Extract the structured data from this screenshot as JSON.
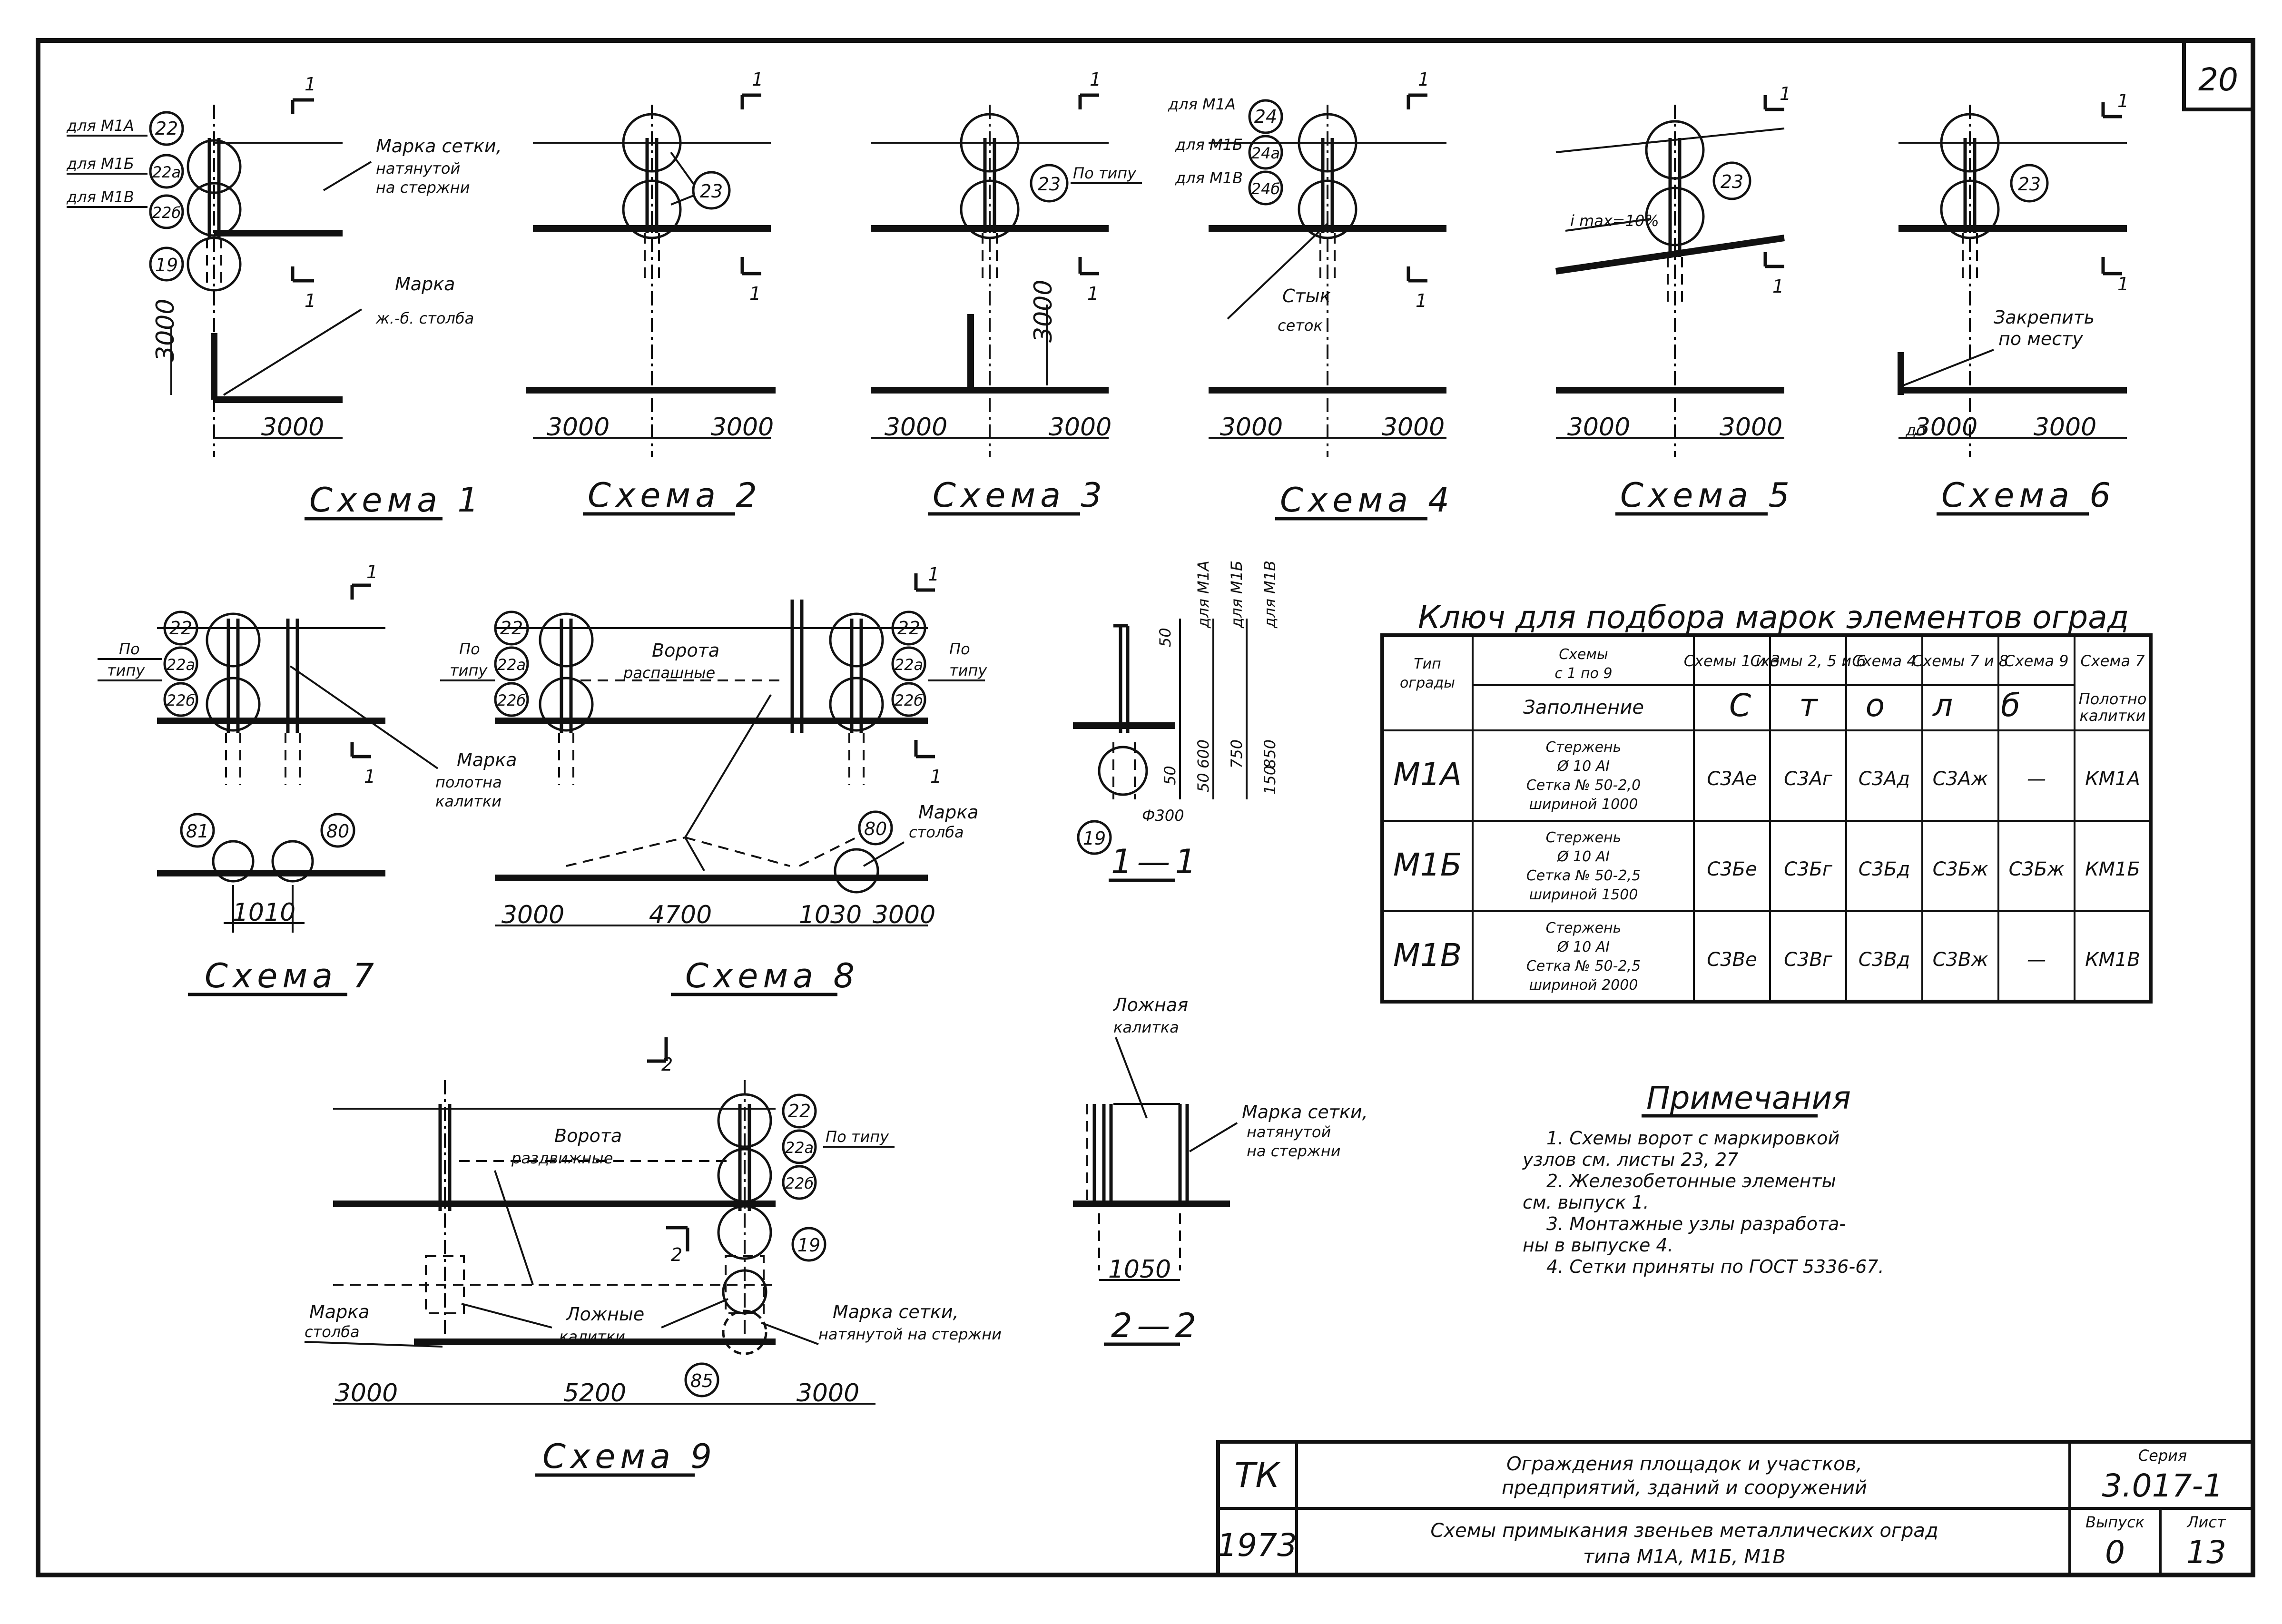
{
  "sheet": {
    "number": "20",
    "key_title": "Ключ для подбора марок элементов оград",
    "notes_title": "Примечания",
    "notes": [
      "1. Схемы ворот с маркировкой",
      "узлов см. листы 23, 27",
      "2. Железобетонные элементы",
      "см. выпуск 1.",
      "3. Монтажные узлы разработа-",
      "ны в выпуске 4.",
      "4. Сетки приняты по ГОСТ 5336-67."
    ]
  },
  "schemes": {
    "s1": "Схема 1",
    "s2": "Схема 2",
    "s3": "Схема 3",
    "s4": "Схема 4",
    "s5": "Схема 5",
    "s6": "Схема 6",
    "s7": "Схема 7",
    "s8": "Схема 8",
    "s9": "Схема 9",
    "sec11": "1—1",
    "sec22": "2—2"
  },
  "labels": {
    "for_m1a": "для М1А",
    "for_m1b": "для М1Б",
    "for_m1v": "для М1В",
    "mesh_mark_1": "Марка сетки,",
    "mesh_mark_2": "натянутой",
    "mesh_mark_3": "на стержни",
    "pillar_mark_1": "Марка",
    "pillar_mark_2": "ж.-б. столба",
    "by_type": "По типу",
    "po": "По",
    "tipu": "типу",
    "joint_1": "Стык",
    "joint_2": "сеток",
    "imax": "i max=10%",
    "fix_1": "Закрепить",
    "fix_2": "по месту",
    "gate_swing_1": "Ворота",
    "gate_swing_2": "распашные",
    "gate_slide_1": "Ворота",
    "gate_slide_2": "раздвижные",
    "wicket_mark_1": "Марка",
    "wicket_mark_2": "полотна",
    "wicket_mark_3": "калитки",
    "pillar_1": "Марка",
    "pillar_2": "столба",
    "false_wicket_1": "Ложные",
    "false_wicket_2": "калитки",
    "false_wicket_s1": "Ложная",
    "false_wicket_s2": "калитка",
    "mesh_long": "Марка сетки,",
    "mesh_long_2": "натянутой на стержни",
    "sec_for_m1a": "для М1А",
    "sec_for_m1b": "для М1Б",
    "sec_for_m1v": "для М1В",
    "phi300": "Ф300"
  },
  "nodes": [
    "22",
    "22а",
    "22б",
    "19",
    "23",
    "24",
    "24а",
    "24б",
    "81",
    "80",
    "85"
  ],
  "dims": {
    "d3000": "3000",
    "d4700": "4700",
    "d1030": "1030",
    "d1010": "1010",
    "d5200": "5200",
    "d1050": "1050",
    "d50": "50",
    "d600": "600",
    "d750": "750",
    "d850": "850",
    "d150": "150",
    "do": "до"
  },
  "section_marks": {
    "one": "1",
    "two": "2"
  },
  "key_table": {
    "head": {
      "type_1": "Тип",
      "type_2": "ограды",
      "col1_1": "Схемы",
      "col1_2": "с 1 по 9",
      "col2": "Схемы 1 и 3",
      "col3": "Схемы 2, 5 и 6",
      "col4": "Схема 4",
      "col5": "Схемы 7 и 8",
      "col6": "Схема 9",
      "col7": "Схема 7",
      "fill": "Заполнение",
      "pillar": "С т о л б",
      "wicket_1": "Полотно",
      "wicket_2": "калитки"
    },
    "rows": [
      {
        "type": "М1А",
        "fill_1": "Стержень",
        "fill_2": "Ø 10 АI",
        "fill_3": "Сетка № 50-2,0",
        "fill_4": "шириной 1000",
        "c1": "С3Ае",
        "c2": "С3Аг",
        "c3": "С3Ад",
        "c4": "С3Аж",
        "c5": "—",
        "c6": "КМ1А"
      },
      {
        "type": "М1Б",
        "fill_1": "Стержень",
        "fill_2": "Ø 10 АI",
        "fill_3": "Сетка № 50-2,5",
        "fill_4": "шириной 1500",
        "c1": "С3Бе",
        "c2": "С3Бг",
        "c3": "С3Бд",
        "c4": "С3Бж",
        "c5": "С3Бж",
        "c6": "КМ1Б"
      },
      {
        "type": "М1В",
        "fill_1": "Стержень",
        "fill_2": "Ø 10 АI",
        "fill_3": "Сетка № 50-2,5",
        "fill_4": "шириной 2000",
        "c1": "С3Ве",
        "c2": "С3Вг",
        "c3": "С3Вд",
        "c4": "С3Вж",
        "c5": "—",
        "c6": "КМ1В"
      }
    ]
  },
  "title_block": {
    "org": "ТК",
    "year": "1973",
    "title_1": "Ограждения площадок и участков,",
    "title_2": "предприятий, зданий и сооружений",
    "sub_1": "Схемы примыкания звеньев металлических оград",
    "sub_2": "типа М1А, М1Б, М1В",
    "series_label": "Серия",
    "series": "3.017-1",
    "issue_label": "Выпуск",
    "issue": "0",
    "sheet_label": "Лист",
    "sheet": "13"
  }
}
